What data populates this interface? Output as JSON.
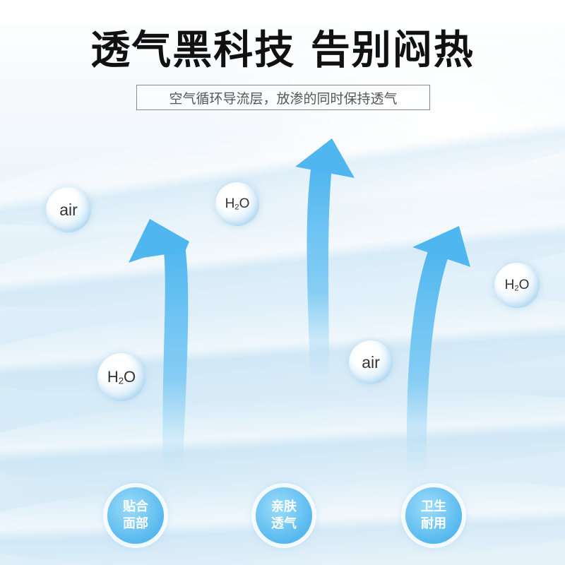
{
  "headline": "透气黑科技  告别闷热",
  "subtitle": "空气循环导流层，放渗的同时保持透气",
  "bubbles": {
    "air_left": "air",
    "h2o_top": "H",
    "h2o_top_sub": "2",
    "h2o_top_o": "O",
    "h2o_right": "H",
    "h2o_right_sub": "2",
    "h2o_right_o": "O",
    "h2o_left": "H",
    "h2o_left_sub": "2",
    "h2o_left_o": "O",
    "air_mid": "air"
  },
  "badges": [
    {
      "line1": "贴合",
      "line2": "面部"
    },
    {
      "line1": "亲肤",
      "line2": "透气"
    },
    {
      "line1": "卫生",
      "line2": "耐用"
    }
  ],
  "colors": {
    "arrow": "#57baf0",
    "badge": "#4fb4ec",
    "headline": "#111111"
  }
}
